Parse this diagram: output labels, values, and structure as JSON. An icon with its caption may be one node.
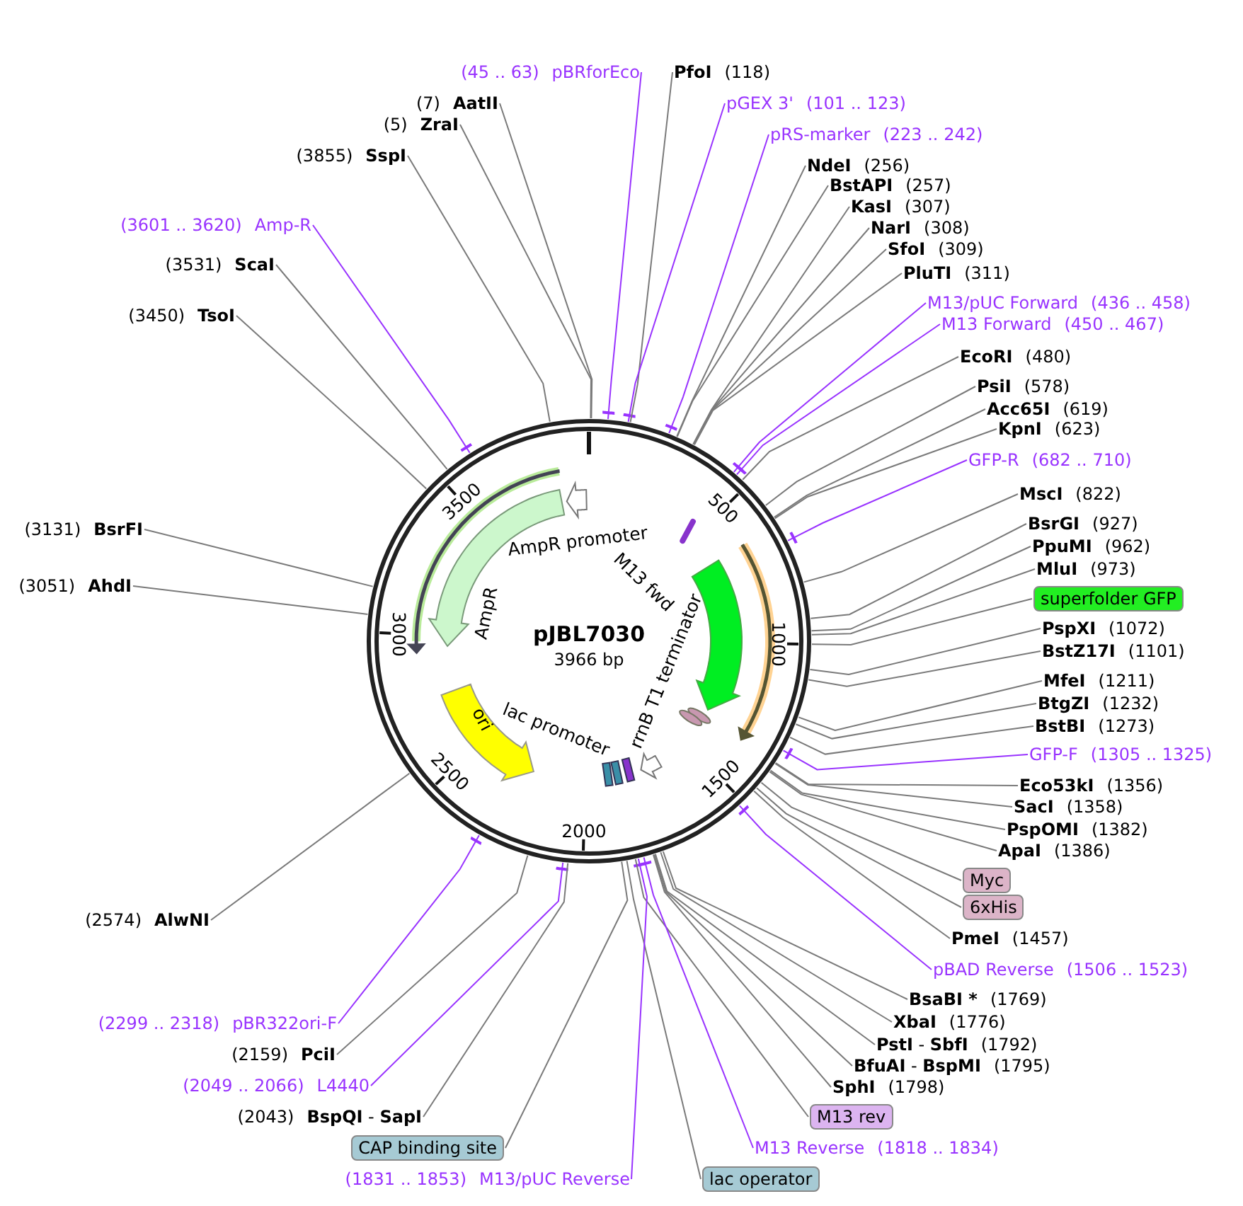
{
  "diagram": {
    "title": "pJBL7030",
    "nodes": [
      {
        "text": [
          "(45 .. 63)",
          "pBRforEco"
        ]
      },
      {
        "text": [
          "PfoI",
          "(118)"
        ]
      },
      {
        "text": [
          "pGEX 3'",
          "(101 .. 123)"
        ]
      },
      {
        "text": [
          "pRS-marker",
          "(223 .. 242)"
        ]
      },
      {
        "text": [
          "NdeI",
          "(256)"
        ]
      },
      {
        "text": [
          "BstAPI",
          "(257)"
        ]
      },
      {
        "text": [
          "KasI",
          "(307)"
        ]
      },
      {
        "text": [
          "NarI",
          "(308)"
        ]
      },
      {
        "text": [
          "SfoI",
          "(309)"
        ]
      },
      {
        "text": [
          "PluTI",
          "(311)"
        ]
      },
      {
        "text": [
          "M13/pUC Forward",
          "(436 .. 458)"
        ]
      },
      {
        "text": [
          "M13 Forward",
          "(450 .. 467)"
        ]
      },
      {
        "text": [
          "EcoRI",
          "(480)"
        ]
      },
      {
        "text": [
          "PsiI",
          "(578)"
        ]
      },
      {
        "text": [
          "Acc65I",
          "(619)"
        ]
      },
      {
        "text": [
          "KpnI",
          "(623)"
        ]
      },
      {
        "text": [
          "GFP-R",
          "(682 .. 710)"
        ]
      },
      {
        "text": [
          "MscI",
          "(822)"
        ]
      },
      {
        "text": [
          "BsrGI",
          "(927)"
        ]
      },
      {
        "text": [
          "PpuMI",
          "(962)"
        ]
      },
      {
        "text": [
          "MluI",
          "(973)"
        ]
      },
      {
        "text": [
          "superfolder GFP"
        ]
      },
      {
        "text": [
          "PspXI",
          "(1072)"
        ]
      },
      {
        "text": [
          "BstZ17I",
          "(1101)"
        ]
      },
      {
        "text": [
          "MfeI",
          "(1211)"
        ]
      },
      {
        "text": [
          "BtgZI",
          "(1232)"
        ]
      },
      {
        "text": [
          "BstBI",
          "(1273)"
        ]
      },
      {
        "text": [
          "GFP-F",
          "(1305 .. 1325)"
        ]
      },
      {
        "text": [
          "Eco53kI",
          "(1356)"
        ]
      },
      {
        "text": [
          "SacI",
          "(1358)"
        ]
      },
      {
        "text": [
          "PspOMI",
          "(1382)"
        ]
      },
      {
        "text": [
          "ApaI",
          "(1386)"
        ]
      },
      {
        "text": [
          "Myc"
        ]
      },
      {
        "text": [
          "6xHis"
        ]
      },
      {
        "text": [
          "PmeI",
          "(1457)"
        ]
      },
      {
        "text": [
          "pBAD Reverse",
          "(1506 .. 1523)"
        ]
      },
      {
        "text": [
          "BsaBI *",
          "(1769)"
        ]
      },
      {
        "text": [
          "XbaI",
          "(1776)"
        ]
      },
      {
        "text": [
          "**PstI** - **SbfI**",
          "(1792)"
        ]
      },
      {
        "text": [
          "**BfuAI** - **BspMI**",
          "(1795)"
        ]
      },
      {
        "text": [
          "SphI",
          "(1798)"
        ]
      },
      {
        "text": [
          "M13 rev"
        ]
      },
      {
        "text": [
          "M13 Reverse",
          "(1818 .. 1834)"
        ]
      },
      {
        "text": [
          "lac operator"
        ]
      },
      {
        "text": [
          "(1831 .. 1853)",
          "M13/pUC Reverse"
        ]
      },
      {
        "text": [
          "CAP binding site"
        ]
      },
      {
        "text": [
          "(2043)",
          "**BspQI** - **SapI**"
        ]
      },
      {
        "text": [
          "(2049 .. 2066)",
          "L4440"
        ]
      },
      {
        "text": [
          "(2159)",
          "PciI"
        ]
      },
      {
        "text": [
          "(2299 .. 2318)",
          "pBR322ori-F"
        ]
      },
      {
        "text": [
          "(2574)",
          "AlwNI"
        ]
      },
      {
        "text": [
          "(3051)",
          "AhdI"
        ]
      },
      {
        "text": [
          "(3131)",
          "BsrFI"
        ]
      },
      {
        "text": [
          "(3450)",
          "TsoI"
        ]
      },
      {
        "text": [
          "(3531)",
          "ScaI"
        ]
      },
      {
        "text": [
          "(3601 .. 3620)",
          "Amp-R"
        ]
      },
      {
        "text": [
          "(3855)",
          "SspI"
        ]
      },
      {
        "text": [
          "(5)",
          "ZraI"
        ]
      },
      {
        "text": [
          "(7)",
          "AatII"
        ]
      },
      {
        "text": [],
        "shape": "circle"
      }
    ],
    "edges": [
      {
        "from": 0,
        "to": 59,
        "arrow": "none",
        "color": "#9933ff"
      },
      {
        "from": 1,
        "to": 59,
        "arrow": "none"
      },
      {
        "from": 2,
        "to": 59,
        "arrow": "none",
        "color": "#9933ff"
      },
      {
        "from": 3,
        "to": 59,
        "arrow": "none",
        "color": "#9933ff"
      },
      {
        "from": 4,
        "to": 59,
        "arrow": "none"
      },
      {
        "from": 5,
        "to": 59,
        "arrow": "none"
      },
      {
        "from": 6,
        "to": 59,
        "arrow": "none"
      },
      {
        "from": 7,
        "to": 59,
        "arrow": "none"
      },
      {
        "from": 8,
        "to": 59,
        "arrow": "none"
      },
      {
        "from": 9,
        "to": 59,
        "arrow": "none"
      },
      {
        "from": 10,
        "to": 59,
        "arrow": "none",
        "color": "#9933ff"
      },
      {
        "from": 11,
        "to": 59,
        "arrow": "none",
        "color": "#9933ff"
      },
      {
        "from": 12,
        "to": 59,
        "arrow": "none"
      },
      {
        "from": 13,
        "to": 59,
        "arrow": "none"
      },
      {
        "from": 14,
        "to": 59,
        "arrow": "none"
      },
      {
        "from": 15,
        "to": 59,
        "arrow": "none"
      },
      {
        "from": 16,
        "to": 59,
        "arrow": "none",
        "color": "#9933ff"
      },
      {
        "from": 17,
        "to": 59,
        "arrow": "none"
      },
      {
        "from": 18,
        "to": 59,
        "arrow": "none"
      },
      {
        "from": 19,
        "to": 59,
        "arrow": "none"
      },
      {
        "from": 20,
        "to": 59,
        "arrow": "none"
      },
      {
        "from": 21,
        "to": 59,
        "arrow": "none"
      },
      {
        "from": 22,
        "to": 59,
        "arrow": "none"
      },
      {
        "from": 23,
        "to": 59,
        "arrow": "none"
      },
      {
        "from": 24,
        "to": 59,
        "arrow": "none"
      },
      {
        "from": 25,
        "to": 59,
        "arrow": "none"
      },
      {
        "from": 26,
        "to": 59,
        "arrow": "none"
      },
      {
        "from": 27,
        "to": 59,
        "arrow": "none",
        "color": "#9933ff"
      },
      {
        "from": 28,
        "to": 59,
        "arrow": "none"
      },
      {
        "from": 29,
        "to": 59,
        "arrow": "none"
      },
      {
        "from": 30,
        "to": 59,
        "arrow": "none"
      },
      {
        "from": 31,
        "to": 59,
        "arrow": "none"
      },
      {
        "from": 32,
        "to": 59,
        "arrow": "none"
      },
      {
        "from": 33,
        "to": 59,
        "arrow": "none"
      },
      {
        "from": 34,
        "to": 59,
        "arrow": "none"
      },
      {
        "from": 35,
        "to": 59,
        "arrow": "none",
        "color": "#9933ff"
      },
      {
        "from": 36,
        "to": 59,
        "arrow": "none"
      },
      {
        "from": 37,
        "to": 59,
        "arrow": "none"
      },
      {
        "from": 38,
        "to": 59,
        "arrow": "none"
      },
      {
        "from": 39,
        "to": 59,
        "arrow": "none"
      },
      {
        "from": 40,
        "to": 59,
        "arrow": "none"
      },
      {
        "from": 41,
        "to": 59,
        "arrow": "none"
      },
      {
        "from": 42,
        "to": 59,
        "arrow": "none",
        "color": "#9933ff"
      },
      {
        "from": 43,
        "to": 59,
        "arrow": "none"
      },
      {
        "from": 44,
        "to": 59,
        "arrow": "none",
        "color": "#9933ff"
      },
      {
        "from": 45,
        "to": 59,
        "arrow": "none"
      },
      {
        "from": 46,
        "to": 59,
        "arrow": "none"
      },
      {
        "from": 47,
        "to": 59,
        "arrow": "none",
        "color": "#9933ff"
      },
      {
        "from": 48,
        "to": 59,
        "arrow": "none"
      },
      {
        "from": 49,
        "to": 59,
        "arrow": "none",
        "color": "#9933ff"
      },
      {
        "from": 50,
        "to": 59,
        "arrow": "none"
      },
      {
        "from": 51,
        "to": 59,
        "arrow": "none"
      },
      {
        "from": 52,
        "to": 59,
        "arrow": "none"
      },
      {
        "from": 53,
        "to": 59,
        "arrow": "none"
      },
      {
        "from": 54,
        "to": 59,
        "arrow": "none"
      },
      {
        "from": 55,
        "to": 59,
        "arrow": "none",
        "color": "#9933ff"
      },
      {
        "from": 56,
        "to": 59,
        "arrow": "none"
      },
      {
        "from": 57,
        "to": 59,
        "arrow": "none"
      },
      {
        "from": 58,
        "to": 59,
        "arrow": "none"
      }
    ],
    "labels": [
      "3966 bp",
      "AmpR promoter",
      "AmpR",
      "M13 fwd",
      "rrnB T1 terminator",
      "ori",
      "lac promoter",
      "500",
      "1000",
      "1500",
      "2000",
      "2500",
      "3000",
      "3500"
    ]
  }
}
